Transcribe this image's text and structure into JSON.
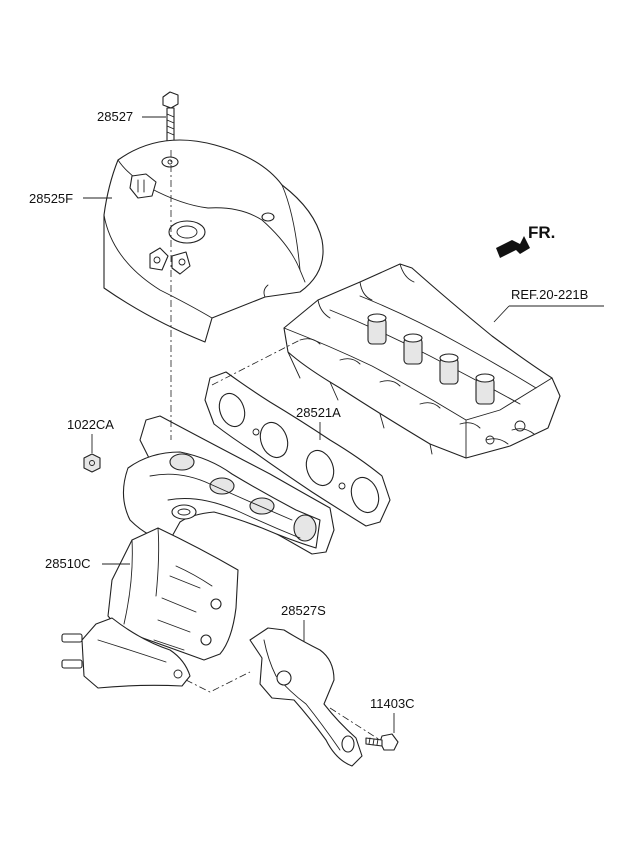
{
  "diagram": {
    "direction_marker": {
      "label": "FR.",
      "icon": "arrow-icon"
    },
    "reference_label": "REF.20-221B",
    "callouts": [
      {
        "id": "c1",
        "label": "28527"
      },
      {
        "id": "c2",
        "label": "28525F"
      },
      {
        "id": "c3",
        "label": "1022CA"
      },
      {
        "id": "c4",
        "label": "28521A"
      },
      {
        "id": "c5",
        "label": "28510C"
      },
      {
        "id": "c6",
        "label": "28527S"
      },
      {
        "id": "c7",
        "label": "11403C"
      }
    ]
  }
}
